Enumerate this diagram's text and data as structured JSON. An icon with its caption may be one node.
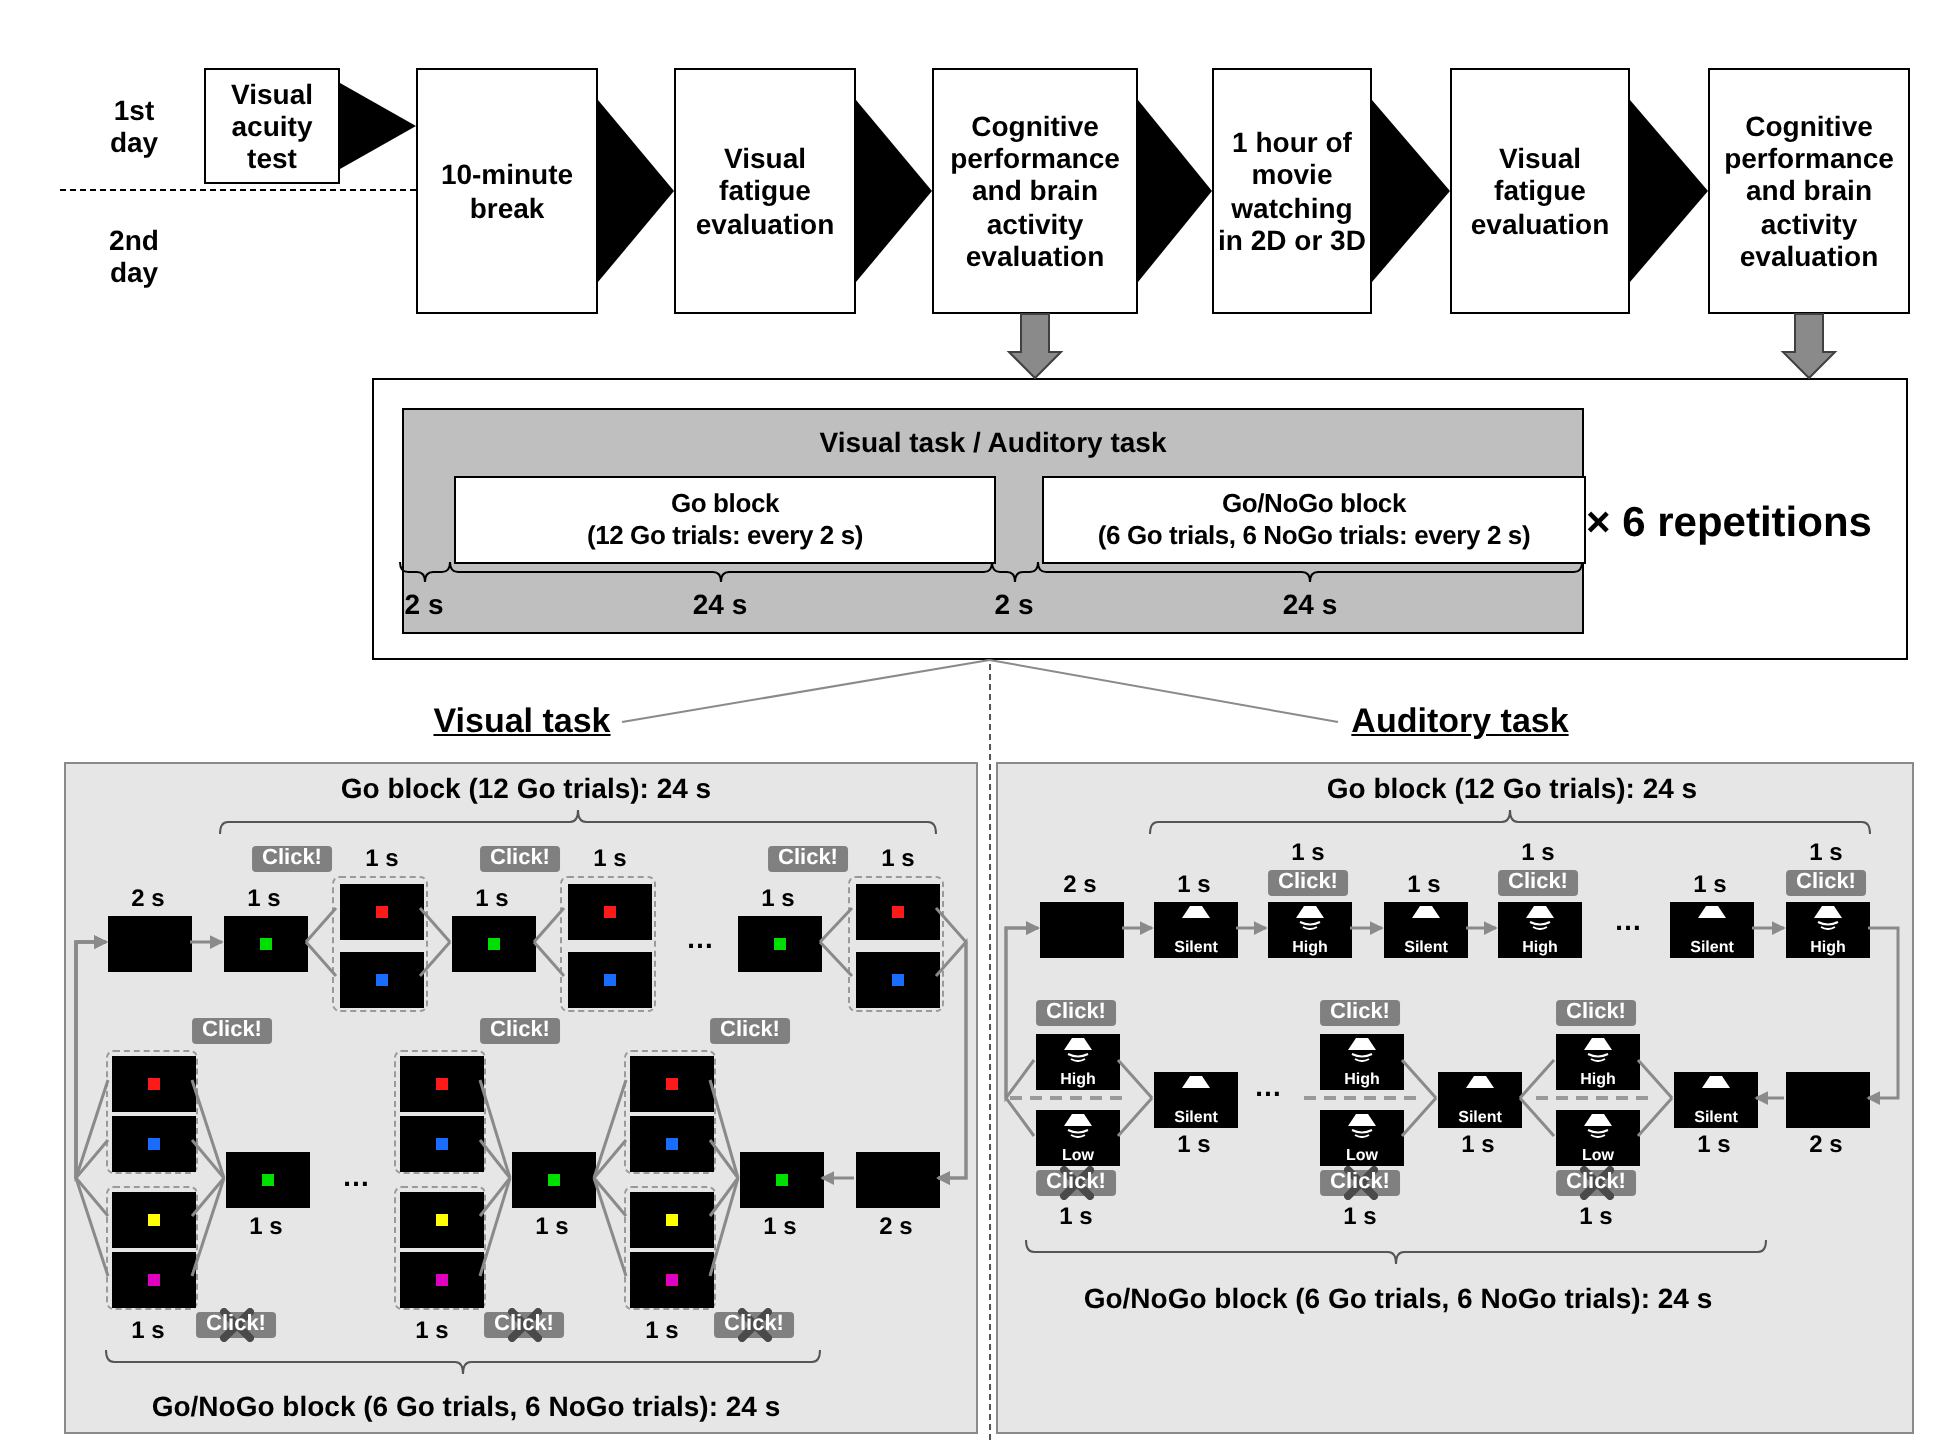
{
  "diagram": {
    "nodes": [
      {
        "text": [
          "Visual acuity test"
        ]
      },
      {
        "text": [
          "10-minute break"
        ]
      },
      {
        "text": [
          "Visual fatigue evaluation"
        ]
      },
      {
        "text": [
          "Cognitive performance and brain activity evaluation"
        ]
      },
      {
        "text": [
          "1 hour of movie watching in 2D or 3D"
        ]
      },
      {
        "text": [
          "Visual fatigue evaluation"
        ]
      },
      {
        "text": [
          "Cognitive performance and brain activity evaluation"
        ]
      },
      {
        "text": [
          "× 6 repetitions"
        ]
      },
      {
        "text": [
          "Visual task / Auditory task"
        ],
        "in": 7
      },
      {
        "text": [
          "Go block",
          "(12 Go trials: every 2 s)"
        ],
        "in": 8
      },
      {
        "text": [
          "Go/NoGo block",
          "(6 Go trials, 6 NoGo trials: every 2 s)"
        ],
        "in": 8
      },
      {
        "text": [
          "Visual task"
        ]
      },
      {
        "text": [
          "Auditory task"
        ]
      },
      {
        "text": [
          "Go block (12 Go trials): 24 s",
          "Go/NoGo block (6 Go trials, 6 NoGo trials): 24 s"
        ]
      },
      {
        "text": [
          "Go block (12 Go trials): 24 s",
          "Go/NoGo block (6 Go trials, 6 NoGo trials): 24 s"
        ]
      },
      {
        "text": [],
        "shape": "box",
        "in": 13,
        "beside": [
          "2 s"
        ]
      },
      {
        "text": [],
        "shape": "box",
        "in": 13,
        "beside": [
          "1 s"
        ]
      },
      {
        "text": [],
        "shape": "box",
        "in": 13,
        "beside": [
          "Click!",
          "1 s"
        ]
      },
      {
        "text": [],
        "shape": "box",
        "in": 17
      },
      {
        "text": [],
        "shape": "box",
        "in": 17
      },
      {
        "text": [],
        "shape": "box",
        "in": 13,
        "beside": [
          "1 s"
        ]
      },
      {
        "text": [],
        "shape": "box",
        "in": 13,
        "beside": [
          "Click!",
          "1 s"
        ]
      },
      {
        "text": [],
        "shape": "box",
        "in": 21
      },
      {
        "text": [],
        "shape": "box",
        "in": 21
      },
      {
        "text": [],
        "shape": "box",
        "in": 13,
        "beside": [
          "1 s"
        ]
      },
      {
        "text": [],
        "shape": "box",
        "in": 13,
        "beside": [
          "Click!",
          "1 s"
        ]
      },
      {
        "text": [],
        "shape": "box",
        "in": 25
      },
      {
        "text": [],
        "shape": "box",
        "in": 25
      },
      {
        "text": [],
        "shape": "box",
        "in": 13,
        "beside": [
          "Click!"
        ]
      },
      {
        "text": [],
        "shape": "box",
        "in": 28
      },
      {
        "text": [],
        "shape": "box",
        "in": 28
      },
      {
        "text": [],
        "shape": "box",
        "in": 13,
        "beside": [
          "1 s",
          "Click!"
        ]
      },
      {
        "text": [],
        "shape": "box",
        "in": 31
      },
      {
        "text": [],
        "shape": "box",
        "in": 31
      },
      {
        "text": [],
        "shape": "box",
        "in": 13,
        "beside": [
          "1 s"
        ]
      },
      {
        "text": [],
        "shape": "box",
        "in": 13,
        "beside": [
          "Click!"
        ]
      },
      {
        "text": [],
        "shape": "box",
        "in": 35
      },
      {
        "text": [],
        "shape": "box",
        "in": 35
      },
      {
        "text": [],
        "shape": "box",
        "in": 13,
        "beside": [
          "1 s",
          "Click!"
        ]
      },
      {
        "text": [],
        "shape": "box",
        "in": 38
      },
      {
        "text": [],
        "shape": "box",
        "in": 38
      },
      {
        "text": [],
        "shape": "box",
        "in": 13,
        "beside": [
          "1 s"
        ]
      },
      {
        "text": [],
        "shape": "box",
        "in": 13,
        "beside": [
          "Click!"
        ]
      },
      {
        "text": [],
        "shape": "box",
        "in": 42
      },
      {
        "text": [],
        "shape": "box",
        "in": 42
      },
      {
        "text": [],
        "shape": "box",
        "in": 13,
        "beside": [
          "1 s",
          "Click!"
        ]
      },
      {
        "text": [],
        "shape": "box",
        "in": 45
      },
      {
        "text": [],
        "shape": "box",
        "in": 45
      },
      {
        "text": [],
        "shape": "box",
        "in": 13,
        "beside": [
          "1 s"
        ]
      },
      {
        "text": [],
        "shape": "box",
        "in": 13,
        "beside": [
          "2 s"
        ]
      },
      {
        "text": [],
        "shape": "box",
        "in": 14,
        "beside": [
          "2 s"
        ]
      },
      {
        "text": [
          "Silent"
        ],
        "in": 14,
        "beside": [
          "1 s"
        ]
      },
      {
        "text": [
          "High"
        ],
        "in": 14,
        "beside": [
          "1 s",
          "Click!"
        ]
      },
      {
        "text": [
          "Silent"
        ],
        "in": 14,
        "beside": [
          "1 s"
        ]
      },
      {
        "text": [
          "High"
        ],
        "in": 14,
        "beside": [
          "1 s",
          "Click!"
        ]
      },
      {
        "text": [
          "Silent"
        ],
        "in": 14,
        "beside": [
          "1 s"
        ]
      },
      {
        "text": [
          "High"
        ],
        "in": 14,
        "beside": [
          "1 s",
          "Click!"
        ]
      },
      {
        "text": [
          "High"
        ],
        "in": 14,
        "beside": [
          "Click!"
        ]
      },
      {
        "text": [
          "Low"
        ],
        "in": 14,
        "beside": [
          "Click!",
          "1 s"
        ]
      },
      {
        "text": [
          "Silent"
        ],
        "in": 14,
        "beside": [
          "1 s"
        ]
      },
      {
        "text": [
          "High"
        ],
        "in": 14,
        "beside": [
          "Click!"
        ]
      },
      {
        "text": [
          "Low"
        ],
        "in": 14,
        "beside": [
          "Click!",
          "1 s"
        ]
      },
      {
        "text": [
          "Silent"
        ],
        "in": 14,
        "beside": [
          "1 s"
        ]
      },
      {
        "text": [
          "High"
        ],
        "in": 14,
        "beside": [
          "Click!"
        ]
      },
      {
        "text": [
          "Low"
        ],
        "in": 14,
        "beside": [
          "Click!",
          "1 s"
        ]
      },
      {
        "text": [
          "Silent"
        ],
        "in": 14,
        "beside": [
          "1 s"
        ]
      },
      {
        "text": [],
        "shape": "box",
        "in": 14,
        "beside": [
          "2 s"
        ]
      }
    ],
    "edges": [
      {
        "from": 0,
        "to": 1,
        "arrow": "to",
        "style": "thick",
        "color": "#000000"
      },
      {
        "from": 1,
        "to": 2,
        "arrow": "to",
        "style": "thick",
        "color": "#000000"
      },
      {
        "from": 2,
        "to": 3,
        "arrow": "to",
        "style": "thick",
        "color": "#000000"
      },
      {
        "from": 3,
        "to": 4,
        "arrow": "to",
        "style": "thick",
        "color": "#000000"
      },
      {
        "from": 4,
        "to": 5,
        "arrow": "to",
        "style": "thick",
        "color": "#000000"
      },
      {
        "from": 5,
        "to": 6,
        "arrow": "to",
        "style": "thick",
        "color": "#000000"
      },
      {
        "from": 3,
        "to": 7,
        "arrow": "to",
        "style": "thick"
      },
      {
        "from": 6,
        "to": 7,
        "arrow": "to",
        "style": "thick"
      },
      {
        "from": 7,
        "to": 11,
        "arrow": "none"
      },
      {
        "from": 7,
        "to": 12,
        "arrow": "none"
      },
      {
        "from": 15,
        "to": 16,
        "arrow": "to"
      },
      {
        "from": 16,
        "to": 18,
        "arrow": "none"
      },
      {
        "from": 16,
        "to": 19,
        "arrow": "none"
      },
      {
        "from": 18,
        "to": 20,
        "arrow": "none"
      },
      {
        "from": 19,
        "to": 20,
        "arrow": "none"
      },
      {
        "from": 20,
        "to": 22,
        "arrow": "none"
      },
      {
        "from": 20,
        "to": 23,
        "arrow": "none"
      },
      {
        "from": 24,
        "to": 26,
        "arrow": "none"
      },
      {
        "from": 24,
        "to": 27,
        "arrow": "none"
      },
      {
        "from": 26,
        "to": 49,
        "arrow": "to"
      },
      {
        "from": 27,
        "to": 49,
        "arrow": "to"
      },
      {
        "from": 49,
        "to": 48,
        "arrow": "to"
      },
      {
        "from": 48,
        "to": 43,
        "arrow": "none"
      },
      {
        "from": 48,
        "to": 44,
        "arrow": "none"
      },
      {
        "from": 48,
        "to": 46,
        "arrow": "none"
      },
      {
        "from": 48,
        "to": 47,
        "arrow": "none"
      },
      {
        "from": 43,
        "to": 41,
        "arrow": "none"
      },
      {
        "from": 44,
        "to": 41,
        "arrow": "none"
      },
      {
        "from": 46,
        "to": 41,
        "arrow": "none"
      },
      {
        "from": 47,
        "to": 41,
        "arrow": "none"
      },
      {
        "from": 41,
        "to": 36,
        "arrow": "none"
      },
      {
        "from": 41,
        "to": 37,
        "arrow": "none"
      },
      {
        "from": 41,
        "to": 39,
        "arrow": "none"
      },
      {
        "from": 41,
        "to": 40,
        "arrow": "none"
      },
      {
        "from": 34,
        "to": 29,
        "arrow": "none"
      },
      {
        "from": 34,
        "to": 30,
        "arrow": "none"
      },
      {
        "from": 34,
        "to": 32,
        "arrow": "none"
      },
      {
        "from": 34,
        "to": 33,
        "arrow": "none"
      },
      {
        "from": 29,
        "to": 15,
        "arrow": "to"
      },
      {
        "from": 30,
        "to": 15,
        "arrow": "to"
      },
      {
        "from": 32,
        "to": 15,
        "arrow": "to"
      },
      {
        "from": 33,
        "to": 15,
        "arrow": "to"
      },
      {
        "from": 50,
        "to": 51,
        "arrow": "to"
      },
      {
        "from": 51,
        "to": 52,
        "arrow": "to"
      },
      {
        "from": 52,
        "to": 53,
        "arrow": "to"
      },
      {
        "from": 53,
        "to": 54,
        "arrow": "to"
      },
      {
        "from": 55,
        "to": 56,
        "arrow": "to"
      },
      {
        "from": 56,
        "to": 66,
        "arrow": "to"
      },
      {
        "from": 66,
        "to": 65,
        "arrow": "to"
      },
      {
        "from": 65,
        "to": 63,
        "arrow": "none"
      },
      {
        "from": 65,
        "to": 64,
        "arrow": "none"
      },
      {
        "from": 63,
        "to": 62,
        "arrow": "none"
      },
      {
        "from": 64,
        "to": 62,
        "arrow": "none"
      },
      {
        "from": 62,
        "to": 60,
        "arrow": "none"
      },
      {
        "from": 62,
        "to": 61,
        "arrow": "none"
      },
      {
        "from": 59,
        "to": 57,
        "arrow": "none"
      },
      {
        "from": 59,
        "to": 58,
        "arrow": "none"
      },
      {
        "from": 57,
        "to": 50,
        "arrow": "to"
      },
      {
        "from": 58,
        "to": 50,
        "arrow": "to"
      }
    ],
    "labels": [
      "1st day",
      "2nd day",
      "2 s",
      "24 s",
      "2 s",
      "24 s",
      "…",
      "…",
      "…",
      "…"
    ]
  }
}
